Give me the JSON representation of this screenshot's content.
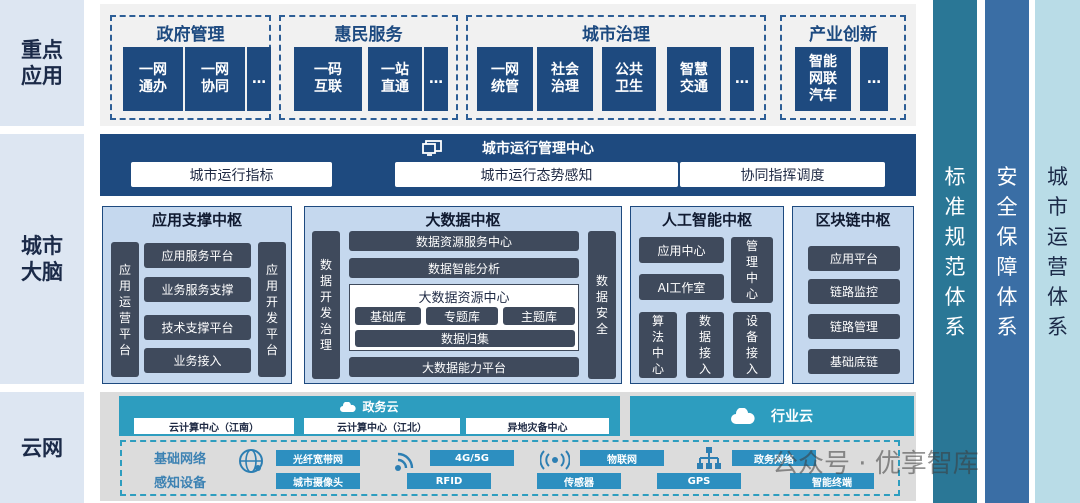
{
  "layers": {
    "apps": "重点\n应用",
    "brain": "城市\n大脑",
    "cloud": "云网"
  },
  "app_groups": {
    "gov": {
      "title": "政府管理",
      "items": [
        "一网\n通办",
        "一网\n协同",
        "…"
      ]
    },
    "people": {
      "title": "惠民服务",
      "items": [
        "一码\n互联",
        "一站\n直通",
        "…"
      ]
    },
    "city": {
      "title": "城市治理",
      "items": [
        "一网\n统管",
        "社会\n治理",
        "公共\n卫生",
        "智慧\n交通",
        "…"
      ]
    },
    "industry": {
      "title": "产业创新",
      "items": [
        "智能\n网联\n汽车",
        "…"
      ]
    }
  },
  "ops_center": {
    "icon": "monitor-icon",
    "title": "城市运行管理中心",
    "pills": [
      "城市运行指标",
      "城市运行态势感知",
      "协同指挥调度"
    ]
  },
  "app_support": {
    "title": "应用支撑中枢",
    "left_vertical": "应\n用\n运\n营\n平\n台",
    "right_vertical": "应\n用\n开\n发\n平\n台",
    "items": [
      "应用服务平台",
      "业务服务支撑",
      "技术支撑平台",
      "业务接入"
    ]
  },
  "big_data": {
    "title": "大数据中枢",
    "left_vertical": "数\n据\n开\n发\n治\n理",
    "right_vertical": "数\n据\n安\n全",
    "items": [
      "数据资源服务中心",
      "数据智能分析"
    ],
    "resource_center": {
      "title": "大数据资源中心",
      "dbs": [
        "基础库",
        "专题库",
        "主题库"
      ],
      "collect": "数据归集"
    },
    "bottom": "大数据能力平台"
  },
  "ai": {
    "title": "人工智能中枢",
    "items": [
      "应用中心",
      "AI工作室"
    ],
    "manage": "管\n理\n中\n心",
    "bottom_verticals": [
      "算\n法\n中\n心",
      "数\n据\n接\n入",
      "设\n备\n接\n入"
    ]
  },
  "blockchain": {
    "title": "区块链中枢",
    "items": [
      "应用平台",
      "链路监控",
      "链路管理",
      "基础底链"
    ]
  },
  "cloud": {
    "gov_cloud": {
      "icon": "cloud-icon",
      "title": "政务云",
      "subs": [
        "云计算中心（江南）",
        "云计算中心（江北）",
        "异地灾备中心"
      ]
    },
    "industry_cloud": {
      "icon": "cloud-icon",
      "title": "行业云"
    },
    "network": {
      "label_top": "基础网络",
      "label_bottom": "感知设备",
      "icons": [
        "globe-network-icon",
        "wireless-signal-icon",
        "broadcast-icon",
        "network-topology-icon"
      ],
      "row1": [
        "光纤宽带网",
        "4G/5G",
        "物联网",
        "政务网络"
      ],
      "row2": [
        "城市摄像头",
        "RFID",
        "传感器",
        "GPS",
        "智能终端"
      ]
    }
  },
  "systems": [
    "标\n准\n规\n范\n体\n系",
    "安\n全\n保\n障\n体\n系",
    "城\n市\n运\n营\n体\n系"
  ],
  "watermark": "公众号 · 优享智库",
  "colors": {
    "dark_blue": "#1e4a7f",
    "light_panel": "#c5d8ee",
    "teal": "#2d9dbf",
    "slate": "#3f4a5c"
  }
}
